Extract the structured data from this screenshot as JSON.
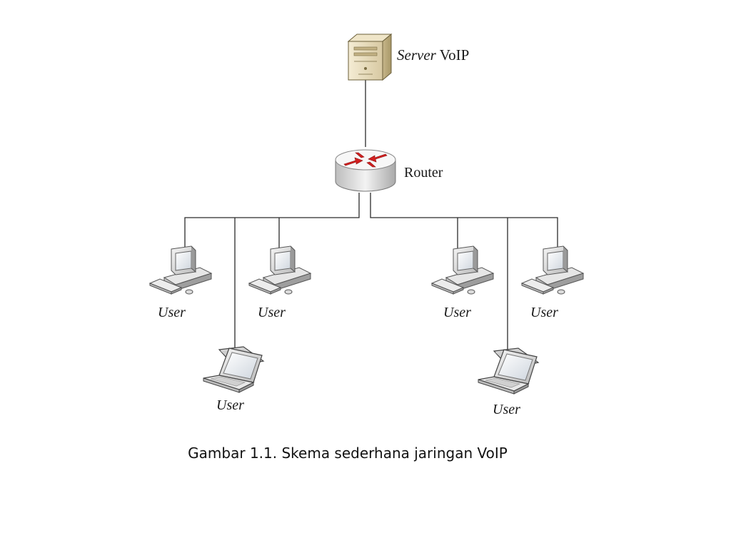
{
  "server": {
    "label_italic": "Server",
    "label_rest": "VoIP"
  },
  "router": {
    "label": "Router"
  },
  "users": [
    {
      "label": "User",
      "device": "desktop-computer-icon"
    },
    {
      "label": "User",
      "device": "desktop-computer-icon"
    },
    {
      "label": "User",
      "device": "laptop-icon"
    },
    {
      "label": "User",
      "device": "desktop-computer-icon"
    },
    {
      "label": "User",
      "device": "desktop-computer-icon"
    },
    {
      "label": "User",
      "device": "laptop-icon"
    }
  ],
  "caption": "Gambar 1.1. Skema sederhana jaringan VoIP",
  "colors": {
    "line": "#2b2b2b",
    "router_arrow": "#d42020",
    "server_body": "#e9dfc4",
    "device_gray": "#d6d6d6"
  }
}
